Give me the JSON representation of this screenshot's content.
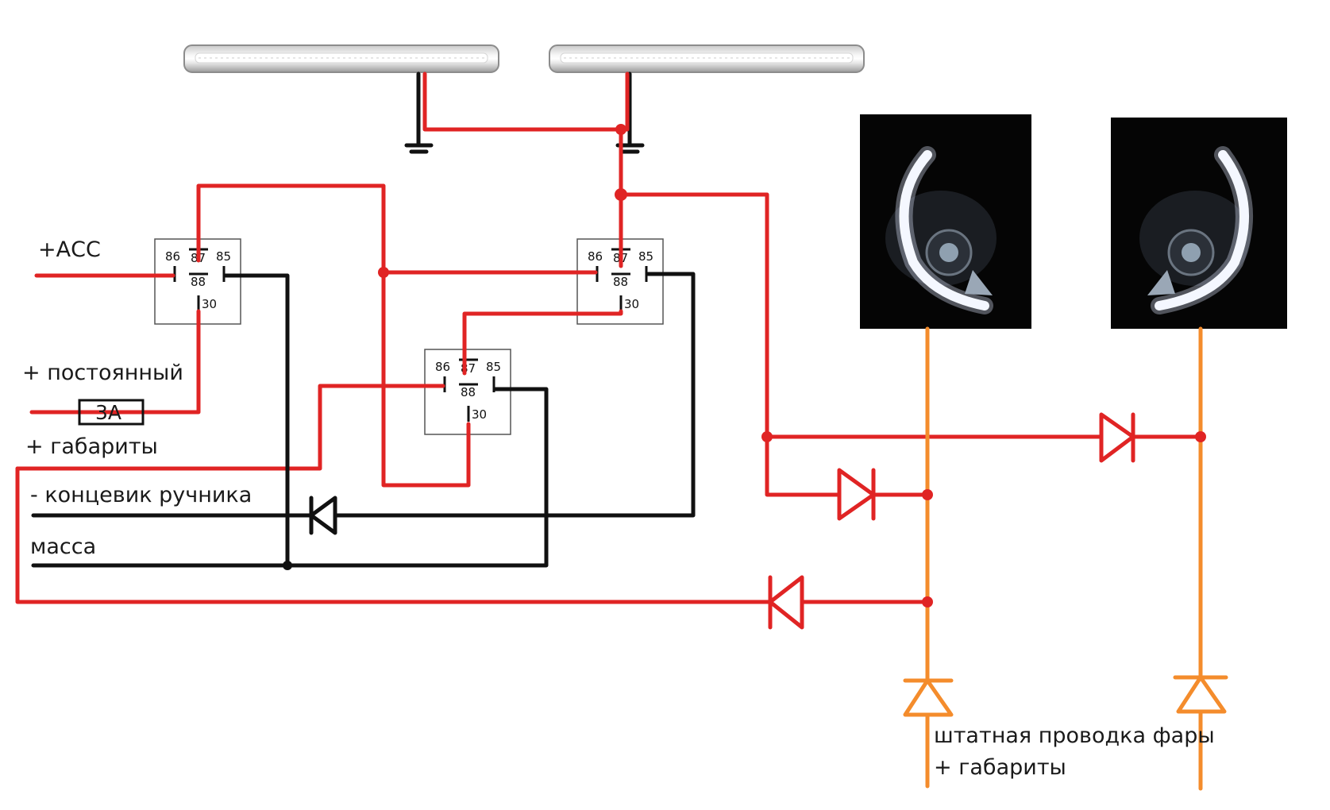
{
  "labels": {
    "acc": "+АСС",
    "constant": "+ постоянный",
    "fuse": "3А",
    "parking_lights": "+ габариты",
    "handbrake": "- концевик ручника",
    "ground": "масса",
    "headlight_wiring_line1": "штатная проводка фары",
    "headlight_wiring_line2": "+ габариты"
  },
  "relays": [
    {
      "pin86": "86",
      "pin87": "87",
      "pin85": "85",
      "pin88": "88",
      "pin30": "30"
    },
    {
      "pin86": "86",
      "pin87": "87",
      "pin85": "85",
      "pin88": "88",
      "pin30": "30"
    },
    {
      "pin86": "86",
      "pin87": "87",
      "pin85": "85",
      "pin88": "88",
      "pin30": "30"
    }
  ],
  "colors": {
    "wire_positive": "#e02424",
    "wire_ground": "#111111",
    "wire_headlight": "#f48c2c",
    "photo_background": "#050505"
  },
  "icons": [
    "drl-led-strip-left",
    "drl-led-strip-right",
    "headlight-photo-left",
    "headlight-photo-right",
    "diode",
    "ground-symbol",
    "fuse"
  ]
}
